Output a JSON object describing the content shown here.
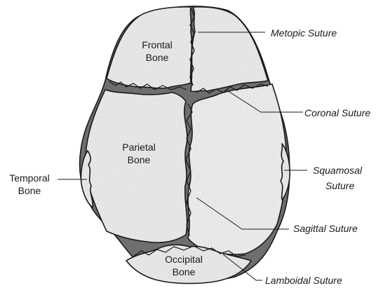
{
  "bones": {
    "frontal_line1": "Frontal",
    "frontal_line2": "Bone",
    "parietal_line1": "Parietal",
    "parietal_line2": "Bone",
    "temporal_line1": "Temporal",
    "temporal_line2": "Bone",
    "occipital_line1": "Occipital",
    "occipital_line2": "Bone"
  },
  "sutures": {
    "metopic": "Metopic Suture",
    "coronal": "Coronal Suture",
    "squamosal_line1": "Squamosal",
    "squamosal_line2": "Suture",
    "sagittal": "Sagittal Suture",
    "lamboidal": "Lamboidal Suture"
  },
  "colors": {
    "bone_fill": "#e9e9e9",
    "gap_fill": "#6e6e6e",
    "outline": "#1a1a1a"
  }
}
